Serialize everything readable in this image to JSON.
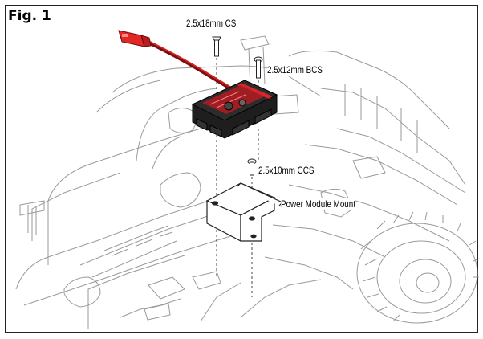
{
  "figure": {
    "label": "Fig. 1"
  },
  "callouts": {
    "screw_top": "2.5x18mm CS",
    "screw_mid": "2.5x12mm BCS",
    "screw_low": "2.5x10mm CCS",
    "mount": "Power Module Mount"
  },
  "colors": {
    "connector": "#e02020",
    "wire": "#c41a1a",
    "module_body": "#1e1e1e",
    "module_accent": "#d8262b"
  }
}
